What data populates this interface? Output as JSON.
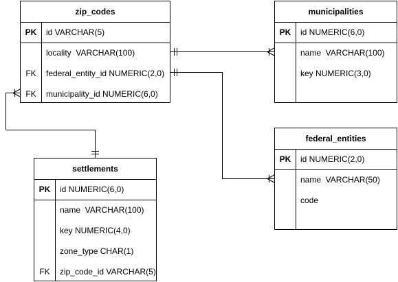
{
  "entities": {
    "zip_codes": {
      "title": "zip_codes",
      "pk_row": {
        "key": "PK",
        "text": "id VARCHAR(5)"
      },
      "rows": [
        {
          "key": "",
          "text": "locality  VARCHAR(100)"
        },
        {
          "key": "FK",
          "text": "federal_entity_id NUMERIC(2,0)"
        },
        {
          "key": "FK",
          "text": "municipality_id NUMERIC(6,0)"
        }
      ]
    },
    "municipalities": {
      "title": "municipalities",
      "pk_row": {
        "key": "PK",
        "text": "id NUMERIC(6,0)"
      },
      "rows": [
        {
          "key": "",
          "text": "name  VARCHAR(100)"
        },
        {
          "key": "",
          "text": "key NUMERIC(3,0)"
        }
      ]
    },
    "federal_entities": {
      "title": "federal_entities",
      "pk_row": {
        "key": "PK",
        "text": "id NUMERIC(2,0)"
      },
      "rows": [
        {
          "key": "",
          "text": "name  VARCHAR(50)"
        },
        {
          "key": "",
          "text": "code"
        }
      ]
    },
    "settlements": {
      "title": "settlements",
      "pk_row": {
        "key": "PK",
        "text": "id NUMERIC(6,0)"
      },
      "rows": [
        {
          "key": "",
          "text": "name  VARCHAR(100)"
        },
        {
          "key": "",
          "text": "key NUMERIC(4,0)"
        },
        {
          "key": "",
          "text": "zone_type CHAR(1)"
        },
        {
          "key": "FK",
          "text": "zip_code_id VARCHAR(5)"
        }
      ]
    }
  },
  "colors": {
    "line": "#000000",
    "background": "#ffffff"
  }
}
